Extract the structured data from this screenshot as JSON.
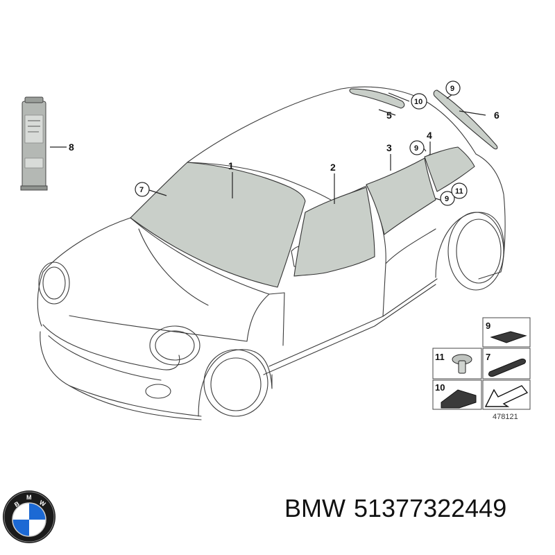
{
  "callouts": [
    "1",
    "2",
    "3",
    "4",
    "5",
    "6",
    "7",
    "8",
    "9",
    "9",
    "9",
    "10",
    "11"
  ],
  "legend": {
    "items": [
      "9",
      "11",
      "7",
      "10"
    ],
    "ref_code": "478121"
  },
  "caption": {
    "brand": "BMW",
    "part_number": "51377322449"
  },
  "logo": {
    "letters": "BMW",
    "colors": {
      "blue": "#1c69d4",
      "white": "#ffffff",
      "ring": "#1a1a1a"
    }
  }
}
